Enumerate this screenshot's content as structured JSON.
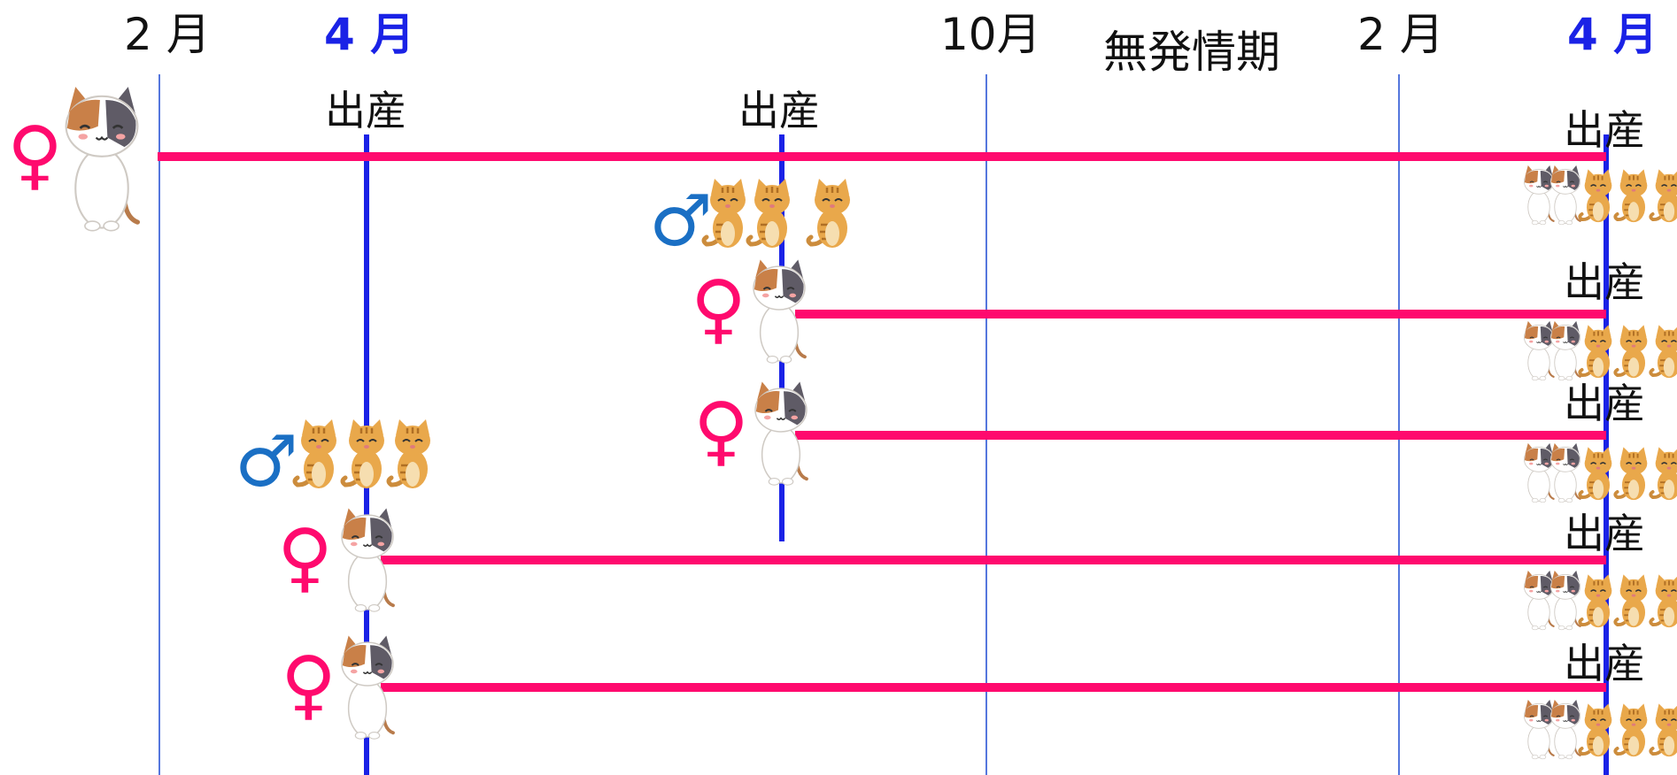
{
  "header": {
    "month_1": "2 月",
    "month_2": "4 月",
    "month_3": "10月",
    "month_4": "2 月",
    "month_5": "4 月",
    "anestrus": "無発情期"
  },
  "birth_label": "出産",
  "symbols": {
    "female": "♀",
    "male": "♂"
  },
  "colors": {
    "female_line": "#ff0a6e",
    "birth_line": "#1a22e6",
    "guide_line": "#5577dd",
    "female_symbol": "#ff0a6e",
    "male_symbol": "#1a6fc4",
    "month_highlight": "#1a22e6"
  },
  "icons": {
    "female_cat": "calico-cat-icon",
    "male_kitten": "tabby-kitten-icon"
  }
}
